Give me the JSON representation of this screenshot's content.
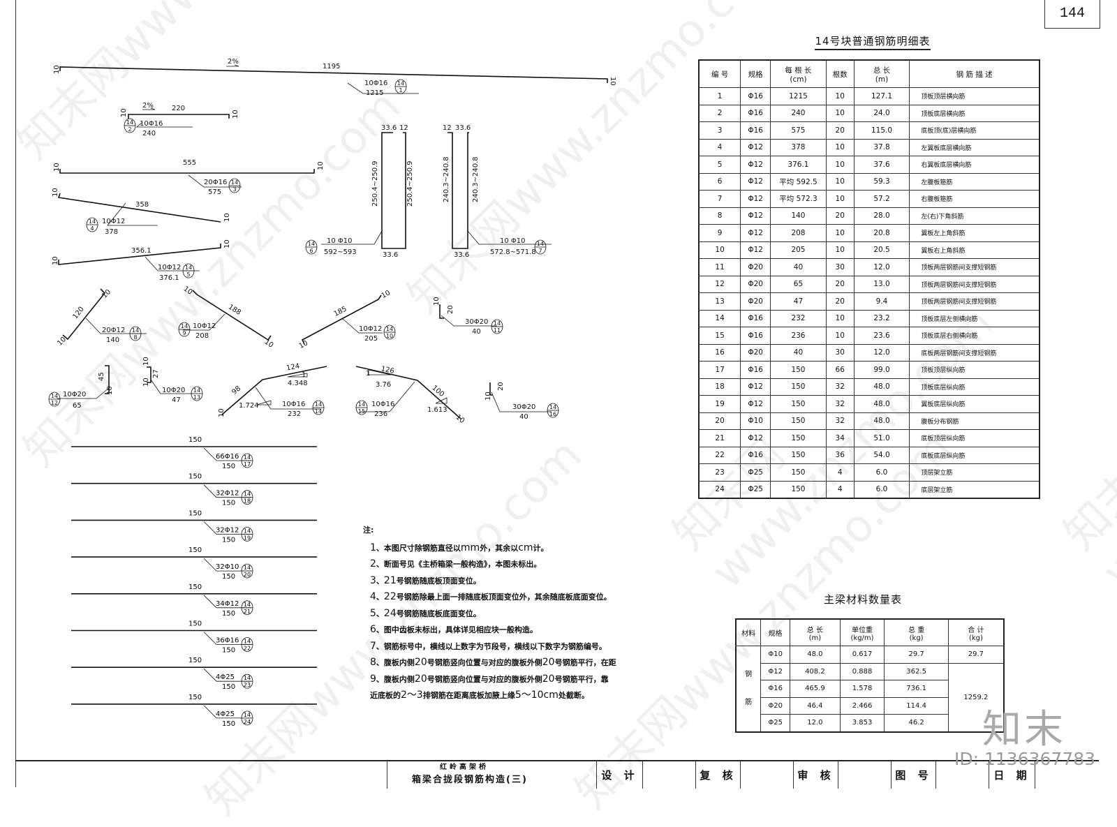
{
  "page_number": "144",
  "rebar_table": {
    "title": "14号块普通钢筋明细表",
    "headers": [
      "编 号",
      "规格",
      "每 根 长",
      "(cm)",
      "根数",
      "总 长",
      "(m)",
      "钢 筋 描 述"
    ],
    "rows": [
      [
        "1",
        "Φ16",
        "1215",
        "10",
        "127.1",
        "顶板顶层横向筋"
      ],
      [
        "2",
        "Φ16",
        "240",
        "10",
        "24.0",
        "顶板底层横向筋"
      ],
      [
        "3",
        "Φ16",
        "575",
        "20",
        "115.0",
        "底板顶(底)层横向筋"
      ],
      [
        "4",
        "Φ12",
        "378",
        "10",
        "37.8",
        "左翼板底层横向筋"
      ],
      [
        "5",
        "Φ12",
        "376.1",
        "10",
        "37.6",
        "右翼板底层横向筋"
      ],
      [
        "6",
        "Φ12",
        "平均 592.5",
        "10",
        "59.3",
        "左腹板箍筋"
      ],
      [
        "7",
        "Φ12",
        "平均 572.3",
        "10",
        "57.2",
        "右腹板箍筋"
      ],
      [
        "8",
        "Φ12",
        "140",
        "20",
        "28.0",
        "左(右)下角斜筋"
      ],
      [
        "9",
        "Φ12",
        "208",
        "10",
        "20.8",
        "翼板左上角斜筋"
      ],
      [
        "10",
        "Φ12",
        "205",
        "10",
        "20.5",
        "翼板右上角斜筋"
      ],
      [
        "11",
        "Φ20",
        "40",
        "30",
        "12.0",
        "顶板两层钢筋间支撑短钢筋"
      ],
      [
        "12",
        "Φ20",
        "65",
        "20",
        "13.0",
        "顶板两层钢筋间支撑短钢筋"
      ],
      [
        "13",
        "Φ20",
        "47",
        "20",
        "9.4",
        "顶板两层钢筋间支撑短钢筋"
      ],
      [
        "14",
        "Φ16",
        "232",
        "10",
        "23.2",
        "顶板底层左侧横向筋"
      ],
      [
        "15",
        "Φ16",
        "236",
        "10",
        "23.6",
        "顶板底层右侧横向筋"
      ],
      [
        "16",
        "Φ20",
        "40",
        "30",
        "12.0",
        "底板两层钢筋间支撑短钢筋"
      ],
      [
        "17",
        "Φ16",
        "150",
        "66",
        "99.0",
        "顶板顶层纵向筋"
      ],
      [
        "18",
        "Φ12",
        "150",
        "32",
        "48.0",
        "顶板底层纵向筋"
      ],
      [
        "19",
        "Φ12",
        "150",
        "32",
        "48.0",
        "翼板底层纵向筋"
      ],
      [
        "20",
        "Φ10",
        "150",
        "32",
        "48.0",
        "腹板分布钢筋"
      ],
      [
        "21",
        "Φ12",
        "150",
        "34",
        "51.0",
        "底板顶层纵向筋"
      ],
      [
        "22",
        "Φ16",
        "150",
        "36",
        "54.0",
        "底板底层纵向筋"
      ],
      [
        "23",
        "Φ25",
        "150",
        "4",
        "6.0",
        "顶层架立筋"
      ],
      [
        "24",
        "Φ25",
        "150",
        "4",
        "6.0",
        "底层架立筋"
      ]
    ]
  },
  "material_table": {
    "title": "主梁材料数量表",
    "headers": [
      "材料",
      "规格",
      "总 长",
      "(m)",
      "单位重",
      "(kg/m)",
      "总 重",
      "(kg)",
      "合 计",
      "(kg)"
    ],
    "material_label_1": "钢",
    "material_label_2": "筋",
    "rows": [
      [
        "Φ10",
        "48.0",
        "0.617",
        "29.7"
      ],
      [
        "Φ12",
        "408.2",
        "0.888",
        "362.5"
      ],
      [
        "Φ16",
        "465.9",
        "1.578",
        "736.1"
      ],
      [
        "Φ20",
        "46.4",
        "2.466",
        "114.4"
      ],
      [
        "Φ25",
        "12.0",
        "3.853",
        "46.2"
      ]
    ],
    "total_1": "29.7",
    "total_2": "1259.2"
  },
  "notes": {
    "head": "注:",
    "items": [
      [
        "1",
        "、本图尺寸除钢筋直径以",
        "mm",
        "外，其余以",
        "cm",
        "计。"
      ],
      [
        "2",
        "、断面号见《主桥箱梁一般构造》，本图未标出。"
      ],
      [
        "3",
        "、",
        "21",
        "号钢筋随底板顶面变位。"
      ],
      [
        "4",
        "、",
        "22",
        "号钢筋除最上面一排随底板顶面变位外，其余随底板底面变位。"
      ],
      [
        "5",
        "、",
        "24",
        "号钢筋随底板底面变位。"
      ],
      [
        "6",
        "、图中齿板未标出，具体详见相应块一般构造。"
      ],
      [
        "7",
        "、钢筋标号中，横线以上数字为节段号，横线以下数字为钢筋编号。"
      ],
      [
        "8",
        "、腹板内侧",
        "20",
        "号钢筋竖向位置与对应的腹板外侧",
        "20",
        "号钢筋平行，在距"
      ],
      [
        "9",
        "、腹板内侧",
        "20",
        "号钢筋竖向位置与对应的腹板外侧",
        "20",
        "号钢筋平行，靠"
      ]
    ],
    "item9_line2": [
      "近底板的",
      "2～3",
      "排钢筋在距离底板加腋上缘",
      "5～10cm",
      "处截断。"
    ]
  },
  "title_block": {
    "bridge": "红岭高架桥",
    "drawing": "箱梁合拢段钢筋构造(三)",
    "design": "设 计",
    "check": "复 核",
    "review": "审 核",
    "fig_no": "图 号",
    "date": "日 期"
  },
  "watermark": {
    "text": "知末网www.znzmo.com",
    "brand": "知末",
    "id": "ID: 1136367783"
  },
  "drawing": {
    "bar1": {
      "slope": "2%",
      "length": "1195",
      "hook": "10",
      "label_top": "10Φ16",
      "label_bot": "1215",
      "seg": "14",
      "no": "1"
    },
    "bar2": {
      "slope": "2%",
      "length": "220",
      "hook": "10",
      "label_top": "10Φ16",
      "label_bot": "240",
      "seg": "14",
      "no": "2"
    },
    "bar3": {
      "length": "555",
      "hook": "10",
      "label_top": "20Φ16",
      "label_bot": "575",
      "seg": "14",
      "no": "3"
    },
    "bar4": {
      "length": "358",
      "hook": "10",
      "label_top": "10Φ12",
      "label_bot": "378",
      "seg": "14",
      "no": "4"
    },
    "bar5": {
      "length": "356.1",
      "hook": "10",
      "label_top": "10Φ12",
      "label_bot": "376.1",
      "seg": "14",
      "no": "5"
    },
    "bar6": {
      "top": "33.6",
      "bottom": "33.6",
      "hook": "12",
      "left": "250.4~250.9",
      "right": "250.4~250.9",
      "label_top": "10 Φ10",
      "label_bot": "592~593",
      "seg": "14",
      "no": "6"
    },
    "bar7": {
      "top": "33.6",
      "bottom": "33.6",
      "hook": "12",
      "left": "240.3~240.8",
      "right": "240.3~240.8",
      "label_top": "10 Φ10",
      "label_bot": "572.8~571.8",
      "seg": "14",
      "no": "7"
    },
    "bar8": {
      "length": "120",
      "hook": "10",
      "label_top": "20Φ12",
      "label_bot": "140",
      "seg": "14",
      "no": "8"
    },
    "bar9": {
      "length": "188",
      "hook": "10",
      "label_top": "10Φ12",
      "label_bot": "208",
      "seg": "14",
      "no": "9"
    },
    "bar10": {
      "length": "185",
      "hook": "10",
      "label_top": "10Φ12",
      "label_bot": "205",
      "seg": "14",
      "no": "10"
    },
    "bar11": {
      "h": "20",
      "hook": "10",
      "label_top": "30Φ20",
      "label_bot": "40",
      "seg": "14",
      "no": "11"
    },
    "bar12": {
      "h": "45",
      "hook": "10",
      "label_top": "10Φ20",
      "label_bot": "65",
      "seg": "14",
      "no": "12"
    },
    "bar13": {
      "h": "27",
      "hook": "10",
      "label_top": "10Φ20",
      "label_bot": "47",
      "seg": "14",
      "no": "13"
    },
    "bar14": {
      "a": "98",
      "b": "124",
      "s1": "4.348",
      "s2": "1.724",
      "one": "1",
      "hook": "10",
      "label_top": "10Φ16",
      "label_bot": "232",
      "seg": "14",
      "no": "14"
    },
    "bar15": {
      "a": "126",
      "b": "100",
      "s1": "3.76",
      "s2": "1.613",
      "one": "1",
      "hook": "10",
      "label_top": "10Φ16",
      "label_bot": "236",
      "seg": "14",
      "no": "15"
    },
    "bar16": {
      "h": "20",
      "hook": "10",
      "label_top": "30Φ20",
      "label_bot": "40",
      "seg": "14",
      "no": "16"
    },
    "long_bars": [
      {
        "length": "150",
        "label_top": "66Φ16",
        "label_bot": "150",
        "seg": "14",
        "no": "17"
      },
      {
        "length": "150",
        "label_top": "32Φ12",
        "label_bot": "150",
        "seg": "14",
        "no": "18"
      },
      {
        "length": "150",
        "label_top": "32Φ12",
        "label_bot": "150",
        "seg": "14",
        "no": "19"
      },
      {
        "length": "150",
        "label_top": "32Φ10",
        "label_bot": "150",
        "seg": "14",
        "no": "20"
      },
      {
        "length": "150",
        "label_top": "34Φ12",
        "label_bot": "150",
        "seg": "14",
        "no": "21"
      },
      {
        "length": "150",
        "label_top": "36Φ16",
        "label_bot": "150",
        "seg": "14",
        "no": "22"
      },
      {
        "length": "150",
        "label_top": "4Φ25",
        "label_bot": "150",
        "seg": "14",
        "no": "23"
      },
      {
        "length": "150",
        "label_top": "4Φ25",
        "label_bot": "150",
        "seg": "14",
        "no": "24"
      }
    ]
  }
}
